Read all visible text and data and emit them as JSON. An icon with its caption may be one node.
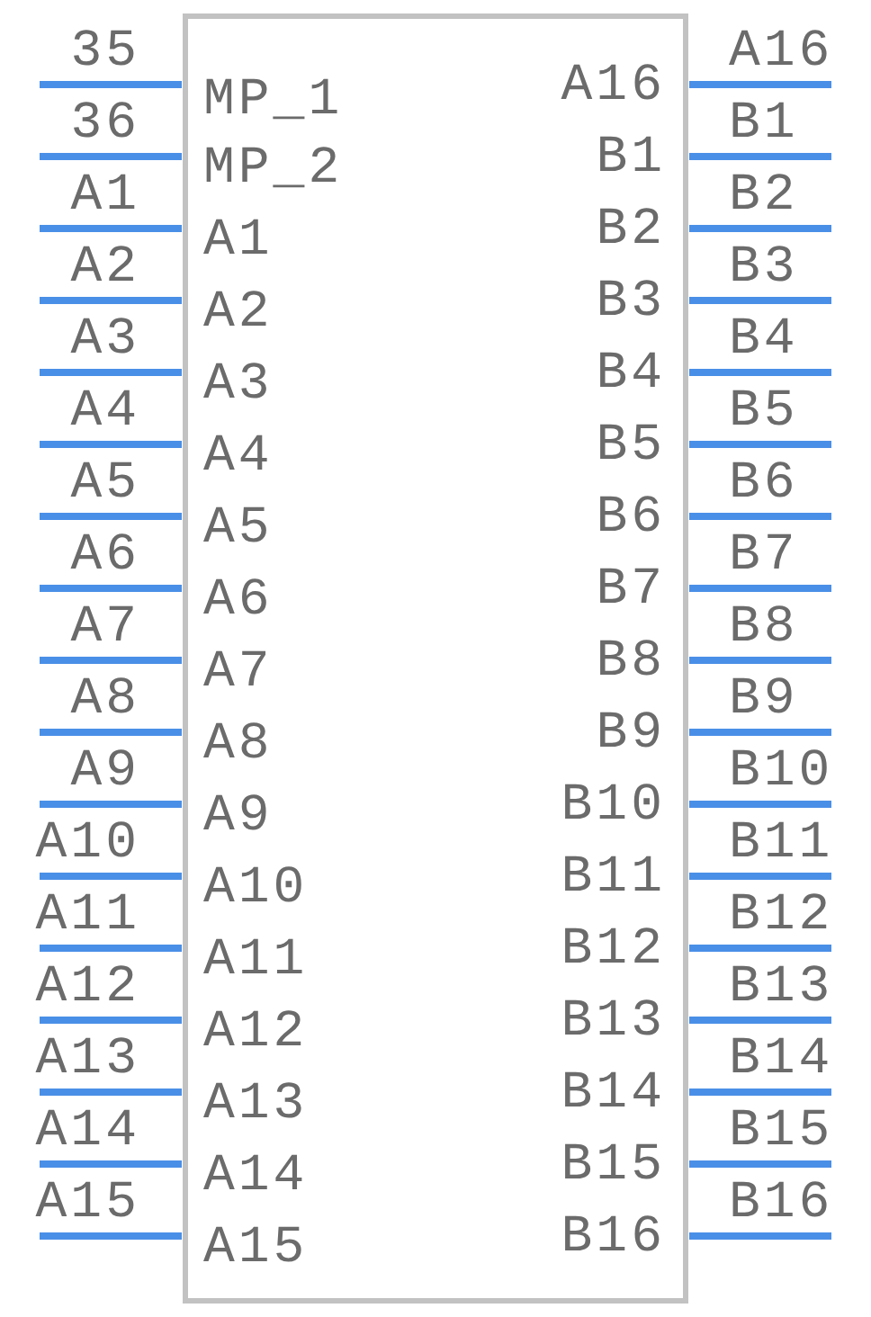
{
  "diagram": {
    "nodes": [
      {
        "text": [],
        "shape": "box"
      }
    ],
    "labels": [
      "35",
      "MP_1",
      "A16",
      "A16",
      "36",
      "MP_2",
      "B1",
      "B1",
      "A1",
      "A1",
      "B2",
      "B2",
      "A2",
      "A2",
      "B3",
      "B3",
      "A3",
      "A3",
      "B4",
      "B4",
      "A4",
      "A4",
      "B5",
      "B5",
      "A5",
      "A5",
      "B6",
      "B6",
      "A6",
      "A6",
      "B7",
      "B7",
      "A7",
      "A7",
      "B8",
      "B8",
      "A8",
      "A8",
      "B9",
      "B9",
      "A9",
      "A9",
      "B10",
      "B10",
      "A10",
      "A10",
      "B11",
      "B11",
      "A11",
      "A11",
      "B12",
      "B12",
      "A12",
      "A12",
      "B13",
      "B13",
      "A13",
      "A13",
      "B14",
      "B14",
      "A14",
      "A14",
      "B15",
      "B15",
      "A15",
      "A15",
      "B16",
      "B16"
    ]
  }
}
